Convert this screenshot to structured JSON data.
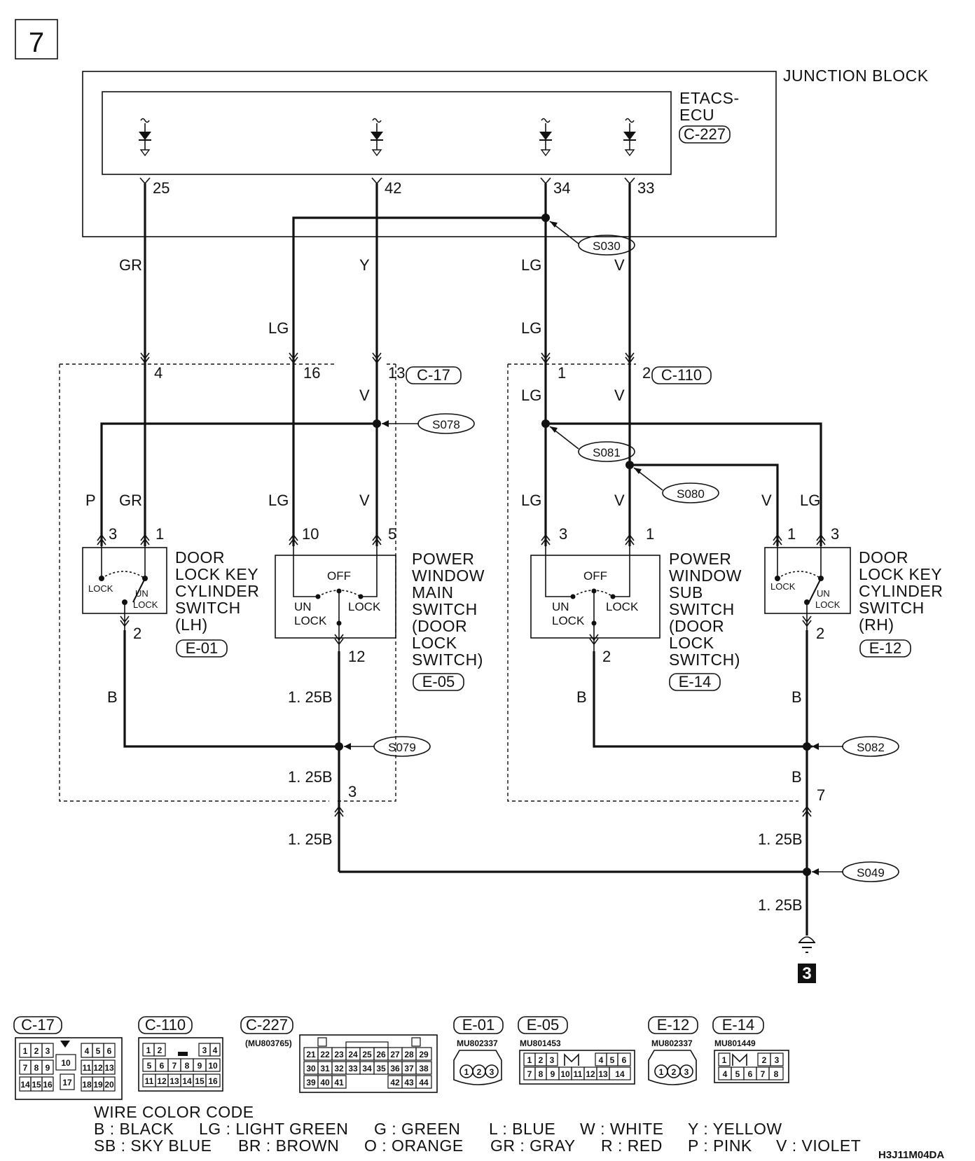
{
  "page_number": "7",
  "junction_block": "JUNCTION BLOCK",
  "ecu": {
    "line1": "ETACS-",
    "line2": "ECU",
    "connector": "C-227"
  },
  "ecu_pins": [
    "25",
    "42",
    "34",
    "33"
  ],
  "wire_colors": {
    "gr": "GR",
    "y": "Y",
    "lg": "LG",
    "v": "V",
    "p": "P",
    "b": "B",
    "b125": "1. 25B"
  },
  "splices": {
    "s030": "S030",
    "s078": "S078",
    "s081": "S081",
    "s080": "S080",
    "s079": "S079",
    "s082": "S082",
    "s049": "S049"
  },
  "connectors": {
    "c17": "C-17",
    "c110": "C-110",
    "c227": "C-227",
    "e01": "E-01",
    "e05": "E-05",
    "e12": "E-12",
    "e14": "E-14"
  },
  "pins": {
    "p1": "1",
    "p2": "2",
    "p3": "3",
    "p4": "4",
    "p5": "5",
    "p7": "7",
    "p10": "10",
    "p12": "12",
    "p13": "13",
    "p16": "16"
  },
  "switch_labels": {
    "lock": "LOCK",
    "un": "UN",
    "lock2": "LOCK",
    "off": "OFF"
  },
  "components": {
    "lh": [
      "DOOR",
      "LOCK KEY",
      "CYLINDER",
      "SWITCH",
      "(LH)"
    ],
    "main": [
      "POWER",
      "WINDOW",
      "MAIN",
      "SWITCH",
      "(DOOR",
      "LOCK",
      "SWITCH)"
    ],
    "sub": [
      "POWER",
      "WINDOW",
      "SUB",
      "SWITCH",
      "(DOOR",
      "LOCK",
      "SWITCH)"
    ],
    "rh": [
      "DOOR",
      "LOCK KEY",
      "CYLINDER",
      "SWITCH",
      "(RH)"
    ]
  },
  "ground_ref": "3",
  "part_numbers": {
    "c227": "(MU803765)",
    "e01": "MU802337",
    "e05": "MU801453",
    "e12": "MU802337",
    "e14": "MU801449"
  },
  "legend": {
    "title": "WIRE COLOR CODE",
    "row1": [
      "B : BLACK",
      "LG : LIGHT GREEN",
      "G : GREEN",
      "L : BLUE",
      "W : WHITE",
      "Y : YELLOW"
    ],
    "row2": [
      "SB : SKY BLUE",
      "BR : BROWN",
      "O : ORANGE",
      "GR : GRAY",
      "R : RED",
      "P : PINK",
      "V : VIOLET"
    ]
  },
  "diagram_code": "H3J11M04DA"
}
